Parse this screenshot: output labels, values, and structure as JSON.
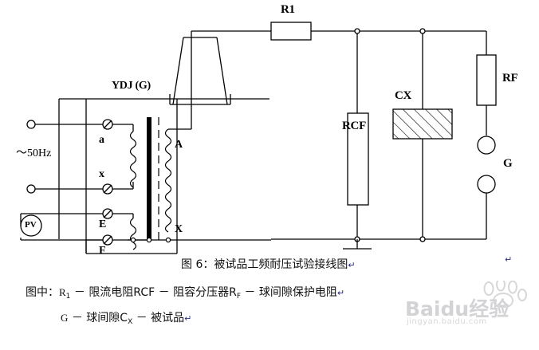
{
  "figure": {
    "title": "图 6：被试品工频耐压试验接线图",
    "title_pilcrow": "↵",
    "legend_line1_prefix": "图中：",
    "legend_line1": [
      {
        "symbol": "R",
        "symbol_sub": "1",
        "dash": "－",
        "desc": "限流电阻RCF"
      },
      {
        "symbol": "",
        "symbol_sub": "",
        "dash": "－",
        "desc": "阻容分压器R"
      },
      {
        "symbol": "",
        "symbol_sub": "F",
        "dash": "－",
        "desc": "球间隙保护电阻"
      }
    ],
    "legend_line1_text": "图中：R₁ － 限流电阻RCF － 阻容分压器R_F － 球间隙保护电阻",
    "legend_line2_text": "G － 球间隙C_X － 被试品",
    "legend_line1_pilcrow": "↵",
    "legend_line2_pilcrow": "↵",
    "stray_pilcrow": "↵"
  },
  "legend_tokens": {
    "prefix": "图中：",
    "r1_base": "R",
    "r1_sub": "1",
    "dash1": "－",
    "item1": "限流电阻RCF",
    "dash2": "－",
    "item2_base": "阻容分压器R",
    "item2_sub": "F",
    "dash3": "－",
    "item3": "球间隙保护电阻",
    "g_symbol": "G",
    "dash4": "－",
    "item4_base": "球间隙C",
    "item4_sub": "X",
    "dash5": "－",
    "item5": "被试品"
  },
  "components": {
    "transformer_label": "YDJ (G)",
    "source_label": "～50Hz",
    "meter_label": "PV",
    "terminal_a": "a",
    "terminal_x": "x",
    "terminal_E": "E",
    "terminal_F": "F",
    "hv_terminal_A": "A",
    "hv_terminal_X": "X",
    "resistor_r1": "R1",
    "divider_rcf": "RCF",
    "specimen_cx": "CX",
    "protect_rf": "RF",
    "sphere_gap_g": "G"
  },
  "colors": {
    "line": "#000000",
    "background": "#ffffff",
    "text": "#000000",
    "pilcrow": "#2a2a8a",
    "watermark": "#6f6f7a"
  },
  "watermark": {
    "main": "Baidu经验",
    "sub": "jingyan.baidu.com"
  }
}
